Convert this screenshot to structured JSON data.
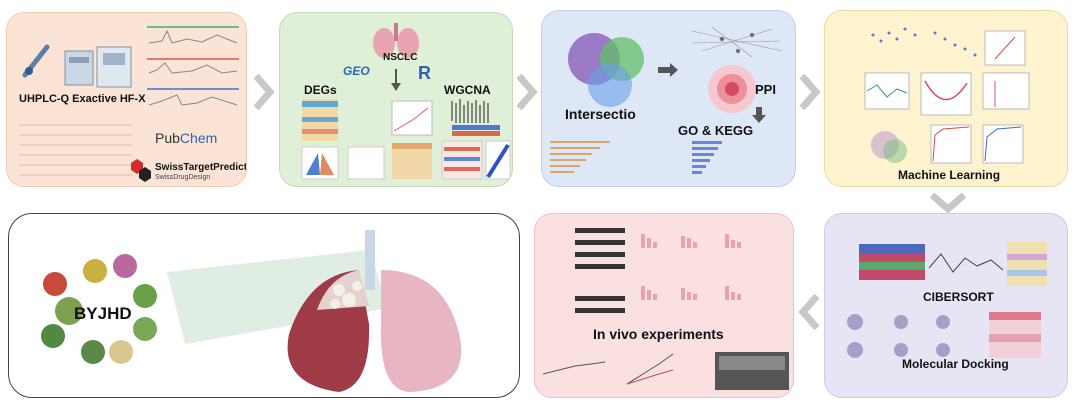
{
  "colors": {
    "panel1": "#fbe3d5",
    "panel2": "#e0efd8",
    "panel3": "#dde7f6",
    "panel4": "#fdf3cf",
    "panel5": "#e7e4f4",
    "panel6": "#fbe0e2",
    "arrow": "#c8c8c8",
    "lung_red": "#9e3b46",
    "lung_pink": "#e8b6c2"
  },
  "panel1": {
    "instrument_label": "UHPLC-Q Exactive HF-X",
    "pubchem_pub": "Pub",
    "pubchem_chem": "Chem",
    "swiss_label": "SwissTargetPrediction",
    "swiss_sub": "SwissDrugDesign"
  },
  "panel2": {
    "nsclc": "NSCLC",
    "geo": "GEO",
    "r_logo": "R",
    "degs": "DEGs",
    "wgcna": "WGCNA"
  },
  "panel3": {
    "intersection": "Intersectio",
    "ppi": "PPI",
    "go_kegg": "GO & KEGG"
  },
  "panel4": {
    "title": "Machine Learning"
  },
  "panel5": {
    "cibersort": "CIBERSORT",
    "docking": "Molecular Docking"
  },
  "panel6": {
    "title": "In vivo experiments"
  },
  "panel7": {
    "herb_center": "BYJHD"
  }
}
